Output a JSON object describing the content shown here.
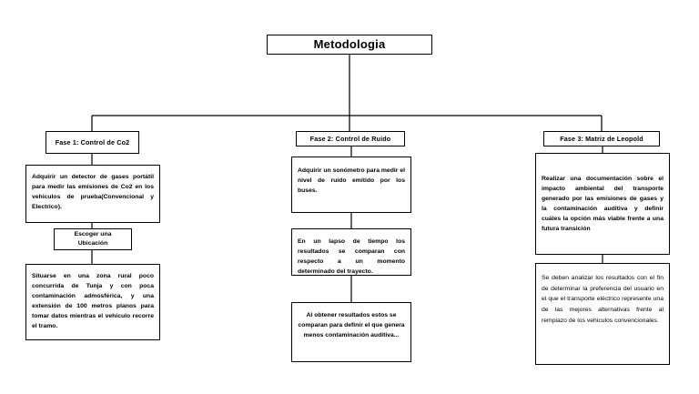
{
  "diagram": {
    "title": "Metodologia",
    "root": {
      "label": "Metodologia"
    },
    "columns": [
      {
        "id": "fase-1",
        "header": "Fase 1: Control de Co2",
        "nodes": [
          {
            "id": "c1-b1",
            "text": "Adquirir un detector de gases portátil para medir las emisiones de Co2 en los vehiculos de prueba(Convencional y Electrico)."
          },
          {
            "id": "c1-b2",
            "text": "Escoger una Ubicación"
          },
          {
            "id": "c1-b3",
            "text": "Situarse en una zona rural poco concurrida de Tunja y con poca contaminación admosférica, y una extensión de 100 metros planos para tomar datos mientras el vehiculo recorre el tramo."
          }
        ]
      },
      {
        "id": "fase-2",
        "header": "Fase 2: Control de Ruido",
        "nodes": [
          {
            "id": "c2-b1",
            "text": "Adquirir un sonómetro para medir el nivel de ruido emitido por los buses."
          },
          {
            "id": "c2-b2",
            "text": "En un lapso de tiempo los resultados se comparan con respecto a un momento determinado del trayecto."
          },
          {
            "id": "c2-b3",
            "text": "Al obtener resultados estos se comparan para definir el que genera menos contaminación auditiva..."
          }
        ]
      },
      {
        "id": "fase-3",
        "header": "Fase 3: Matriz de Leopold",
        "nodes": [
          {
            "id": "c3-b1",
            "text": "Realizar una documentación sobre el impacto ambiental del transporte generado por las emisiones de gases y la contaminación auditiva y definir cuáles la opción más viable frente a una futura transición"
          },
          {
            "id": "c3-b2",
            "text": "Se deben analizar los resultados con el fin de determinar la preferencia del usuario en el que el transporte eléctrico represente una de las mejores alternativas frente al rempiazo de los vehiculos convencionales."
          }
        ]
      }
    ],
    "colors": {
      "background": "#ffffff",
      "stroke": "#000000",
      "text": "#000000"
    }
  }
}
